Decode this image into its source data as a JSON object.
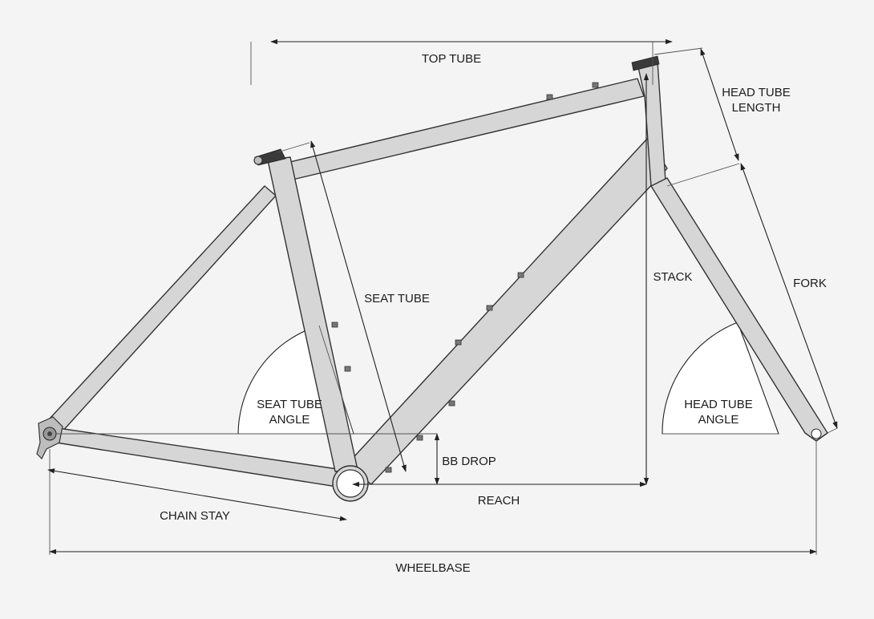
{
  "labels": {
    "top_tube": "TOP TUBE",
    "head_tube_length_1": "HEAD TUBE",
    "head_tube_length_2": "LENGTH",
    "seat_tube": "SEAT TUBE",
    "stack": "STACK",
    "fork": "FORK",
    "seat_tube_angle_1": "SEAT TUBE",
    "seat_tube_angle_2": "ANGLE",
    "head_tube_angle_1": "HEAD TUBE",
    "head_tube_angle_2": "ANGLE",
    "bb_drop": "BB DROP",
    "reach": "REACH",
    "chain_stay": "CHAIN STAY",
    "wheelbase": "WHEELBASE"
  },
  "colors": {
    "background": "#f4f4f4",
    "frame_fill": "#d6d6d6",
    "outline": "#333333",
    "angle_fill": "#ffffff"
  }
}
